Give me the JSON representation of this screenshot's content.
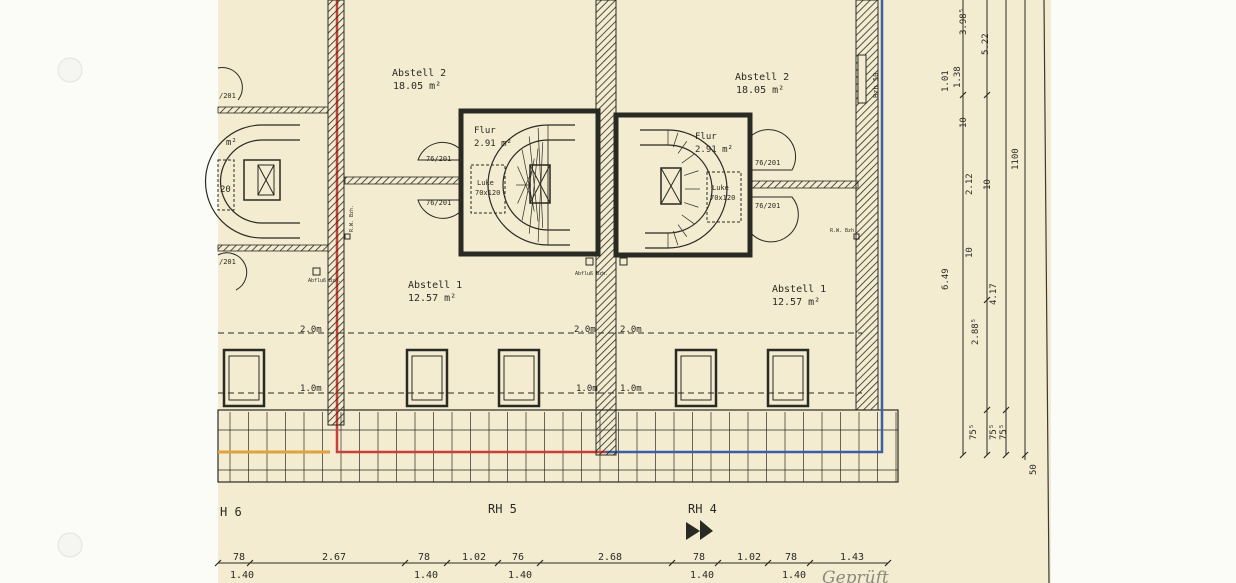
{
  "colors": {
    "page": "#fbfbf8",
    "sheet": "#f3ecd0",
    "ink": "#2a2a24",
    "red_line": "#c8403a",
    "blue_line": "#3a5fa5",
    "orange_line": "#e0a23a"
  },
  "rooms": {
    "abstell2_left": {
      "name": "Abstell 2",
      "area": "18.05 m²"
    },
    "abstell2_right": {
      "name": "Abstell 2",
      "area": "18.05 m²"
    },
    "abstell1_left": {
      "name": "Abstell 1",
      "area": "12.57 m²"
    },
    "abstell1_right": {
      "name": "Abstell 1",
      "area": "12.57 m²"
    },
    "flur_left": {
      "name": "Flur",
      "area": "2.91 m²"
    },
    "flur_right": {
      "name": "Flur",
      "area": "2.91 m²"
    },
    "far_left_area": "m²"
  },
  "hatch": {
    "left": {
      "title": "Luke",
      "size": "70x120"
    },
    "right": {
      "title": "Luke",
      "size": "70x120"
    },
    "far_left": "20"
  },
  "doors": [
    "76/201",
    "76/201",
    "76/201",
    "76/201",
    "/201",
    "/201"
  ],
  "height_lines": {
    "upper": "2.0m",
    "lower": "1.0m"
  },
  "pipe_notes": [
    "R.W. Bzh.",
    "Abfluß Bzh.",
    "Abfluß Bzh.",
    "R.W. Bzh."
  ],
  "units": {
    "rh6": "H 6",
    "rh5": "RH 5",
    "rh4": "RH 4"
  },
  "bottom_dims": {
    "top": [
      "78",
      "2.67",
      "78",
      "1.02",
      "76",
      "2.68",
      "78",
      "1.02",
      "78",
      "1.43"
    ],
    "bottom": [
      "1.40",
      "1.40",
      "1.40",
      "1.40",
      "1.40"
    ]
  },
  "right_dims": {
    "col1": [
      "1.01",
      "6.49",
      "75⁵"
    ],
    "col2": [
      "1.38",
      "10",
      "2.12",
      "10",
      "2.88⁵",
      "75⁵"
    ],
    "col3": [
      "3.98⁵",
      "5.22",
      "10",
      "4.17",
      "75⁵"
    ],
    "col4": [
      "1100",
      "50"
    ]
  },
  "wall_label": "Bzh 50",
  "stamp_text": "Geprüft"
}
